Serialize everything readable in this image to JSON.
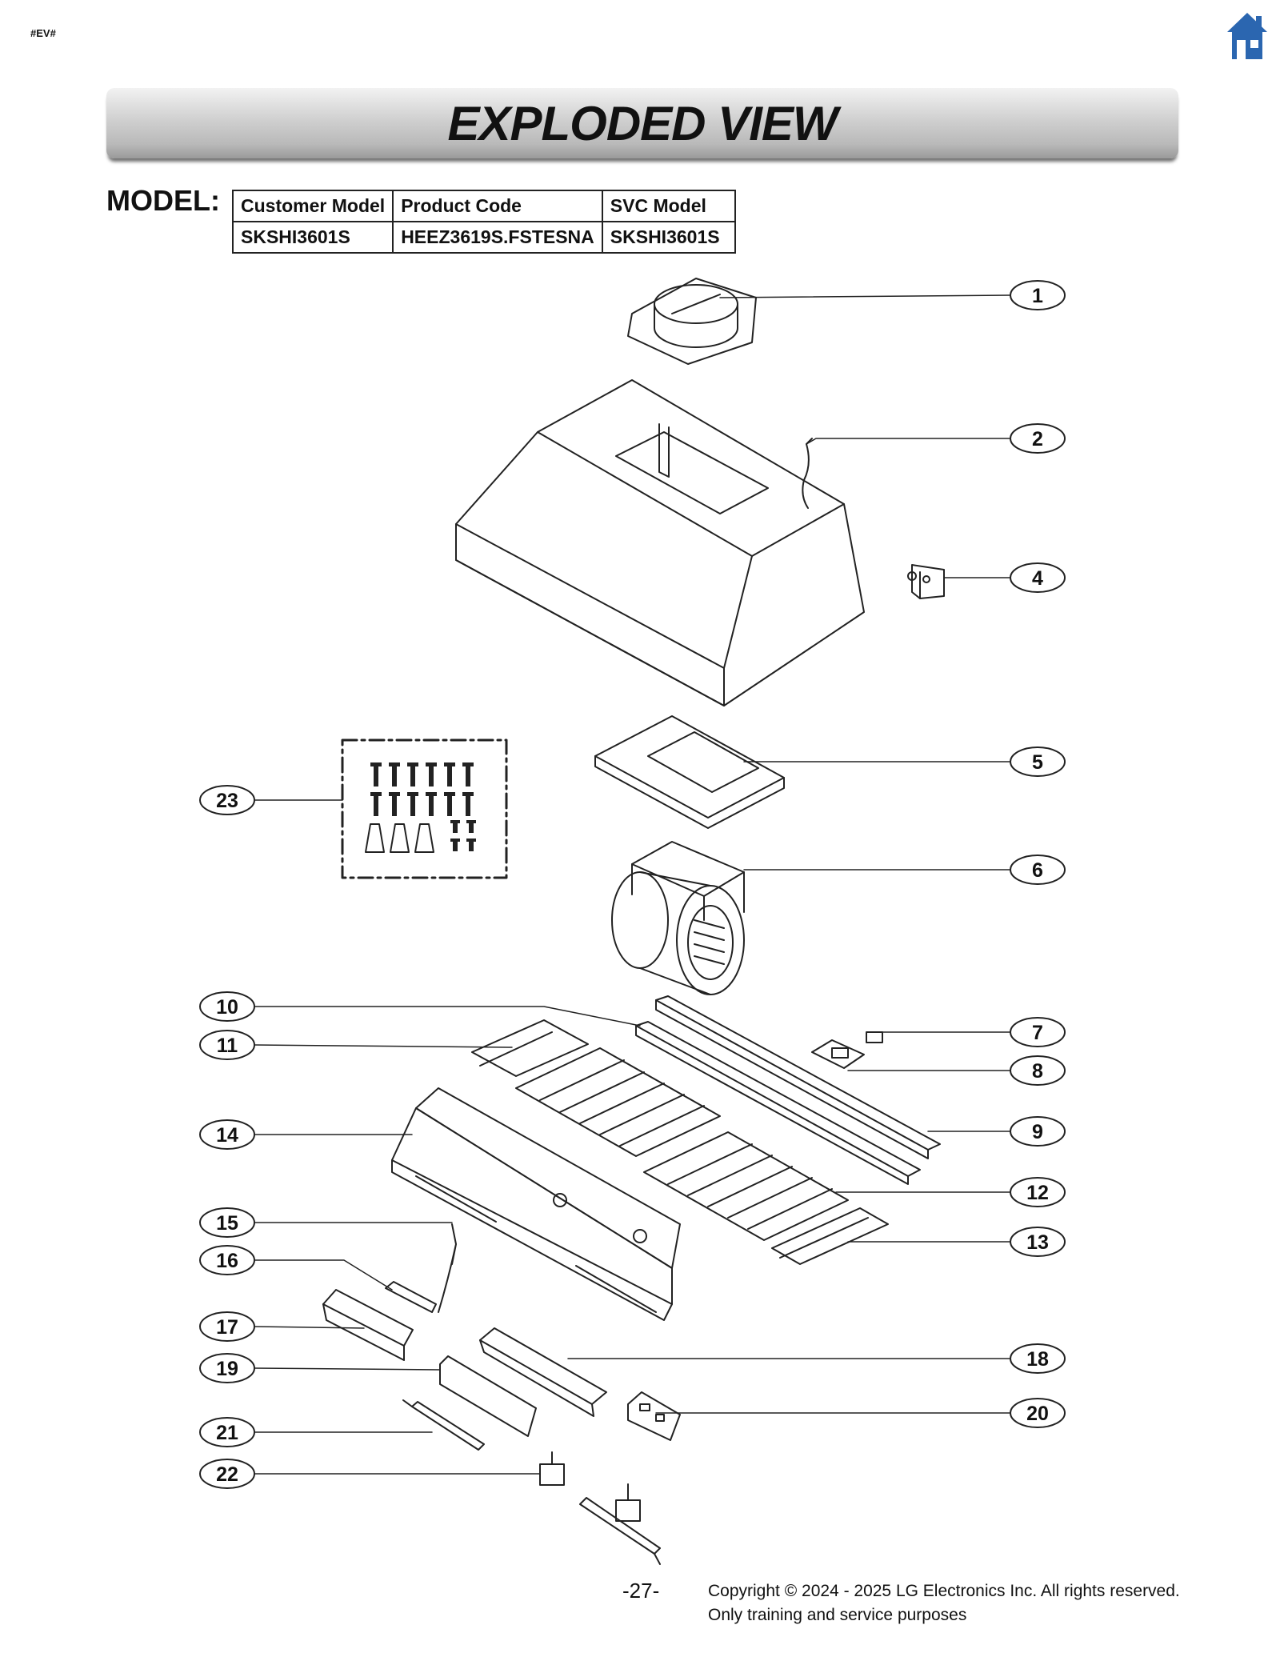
{
  "header": {
    "tag": "#EV#",
    "home_icon": "home-icon",
    "title": "EXPLODED VIEW"
  },
  "model": {
    "label": "MODEL:",
    "columns": [
      "Customer Model",
      "Product Code",
      "SVC Model"
    ],
    "row": [
      "SKSHI3601S",
      "HEEZ3619S.FSTESNA",
      "SKSHI3601S"
    ]
  },
  "callouts": [
    {
      "id": "1"
    },
    {
      "id": "2"
    },
    {
      "id": "4"
    },
    {
      "id": "5"
    },
    {
      "id": "6"
    },
    {
      "id": "7"
    },
    {
      "id": "8"
    },
    {
      "id": "9"
    },
    {
      "id": "10"
    },
    {
      "id": "11"
    },
    {
      "id": "12"
    },
    {
      "id": "13"
    },
    {
      "id": "14"
    },
    {
      "id": "15"
    },
    {
      "id": "16"
    },
    {
      "id": "17"
    },
    {
      "id": "18"
    },
    {
      "id": "19"
    },
    {
      "id": "20"
    },
    {
      "id": "21"
    },
    {
      "id": "22"
    },
    {
      "id": "23"
    }
  ],
  "footer": {
    "page_number": "-27-",
    "copyright_line1": "Copyright © 2024 - 2025 LG Electronics Inc. All rights reserved.",
    "copyright_line2": "Only training and service purposes"
  }
}
